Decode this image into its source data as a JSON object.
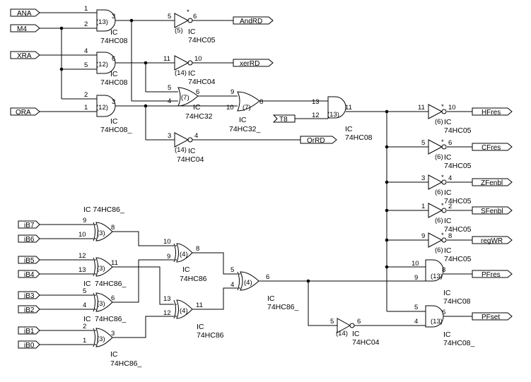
{
  "inputs": {
    "ana": "ANA",
    "m4": "M4",
    "xra": "XRA",
    "ora": "ORA",
    "t8": "T8",
    "ib7": "iB7",
    "ib6": "iB6",
    "ib5": "iB5",
    "ib4": "iB4",
    "ib3": "iB3",
    "ib2": "iB2",
    "ib1": "iB1",
    "ib0": "iB0"
  },
  "outputs": {
    "andrd": "AndRD",
    "xerrd": "xerRD",
    "orrd": "OrRD",
    "hfres": "HFres",
    "cfres": "CFres",
    "zfenbl": "ZFenbl",
    "sfenbl": "SFenbl",
    "regwr": "regWR",
    "pfres": "PFres",
    "pfset": "PFset"
  },
  "ic_prefix": "IC",
  "part": {
    "and08": "74HC08",
    "and08u": "74HC08_",
    "inv05": "74HC05",
    "inv04": "74HC04",
    "or32": "74HC32",
    "or32u": "74HC32_",
    "xor86": "74HC86",
    "xor86u": "74HC86_",
    "xor86_ic": "IC 74HC86_"
  },
  "unit": {
    "u13": "(13)",
    "u12": "(12)",
    "u14": "(14)",
    "u7": "(7)",
    "u6": "(6)",
    "u3": "(3)",
    "u4": "(4)",
    "u5": "(5)"
  },
  "pin": {
    "p1": "1",
    "p2": "2",
    "p3": "3",
    "p4": "4",
    "p5": "5",
    "p6": "6",
    "p8": "8",
    "p9": "9",
    "p10": "10",
    "p11": "11",
    "p12": "12",
    "p13": "13"
  },
  "mark": "*"
}
